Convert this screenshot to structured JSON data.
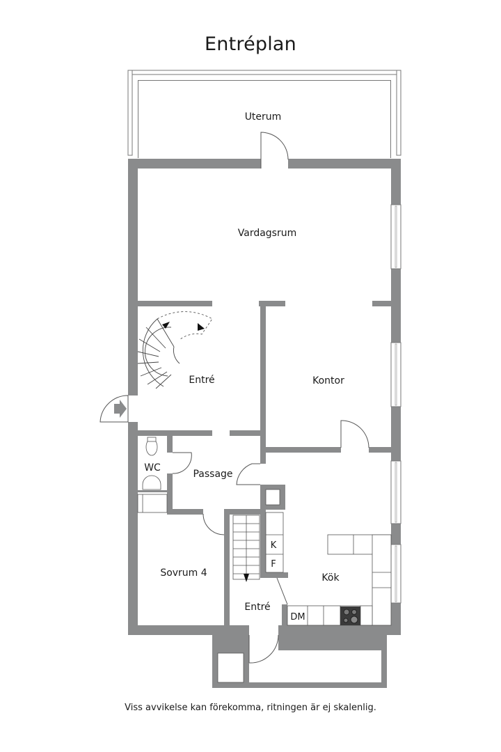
{
  "title": "Entréplan",
  "footer": "Viss avvikelse kan förekomma, ritningen är ej skalenlig.",
  "rooms": {
    "uterum": "Uterum",
    "vardagsrum": "Vardagsrum",
    "entre_upper": "Entré",
    "kontor": "Kontor",
    "wc": "WC",
    "passage": "Passage",
    "sovrum4": "Sovrum 4",
    "kok": "Kök",
    "entre_lower": "Entré"
  },
  "appliances": {
    "fridge": "K",
    "freezer": "F",
    "dishwasher": "DM"
  },
  "colors": {
    "wall": "#8a8b8c",
    "text": "#1a1a1a",
    "background": "#ffffff",
    "stove": "#3a3a3a"
  }
}
